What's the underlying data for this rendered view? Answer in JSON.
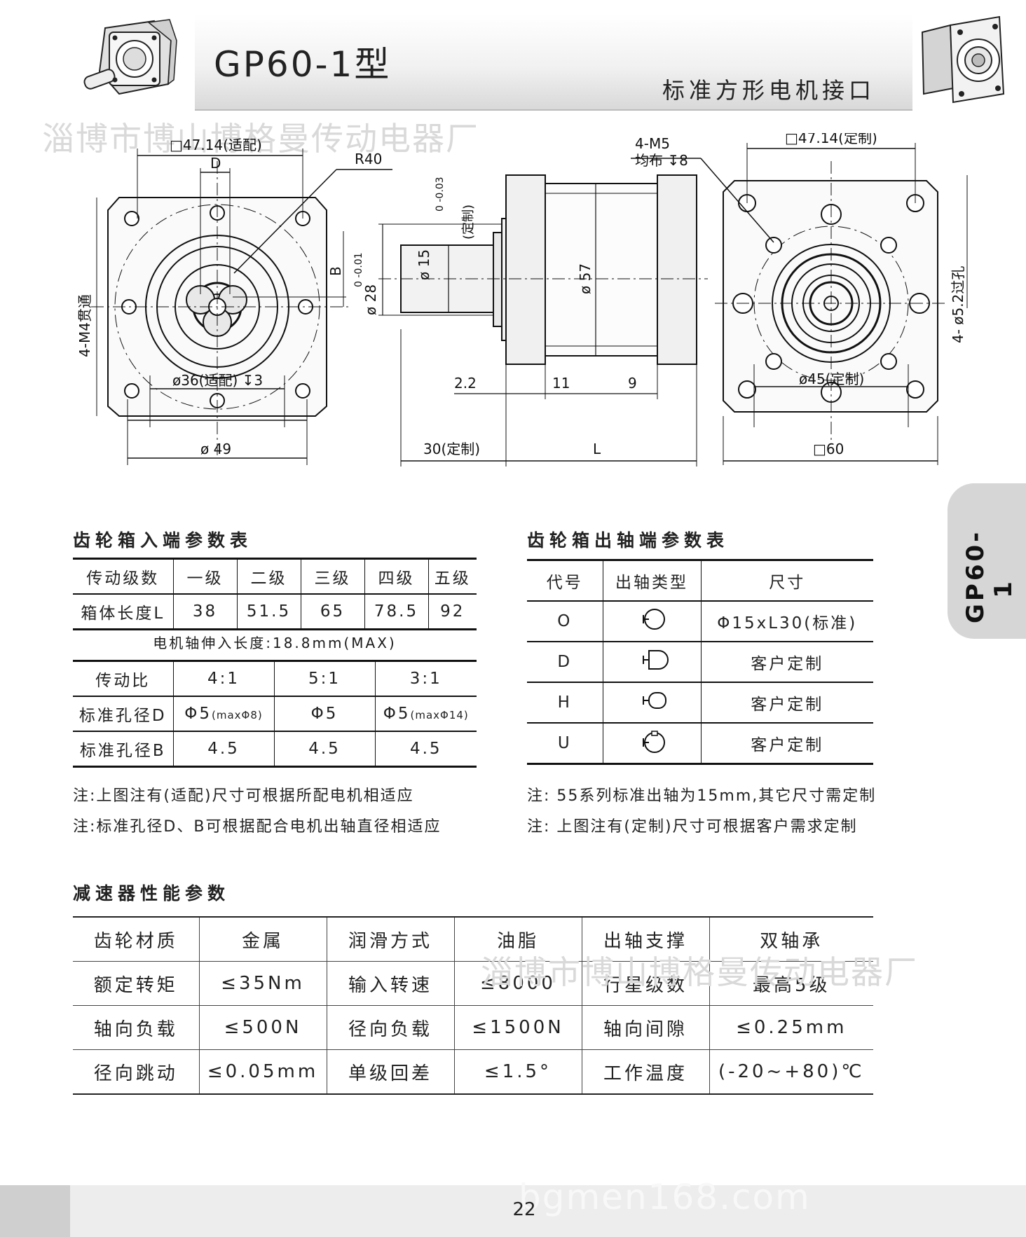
{
  "header": {
    "model": "GP60-1型",
    "subtitle": "标准方形电机接口",
    "side_tab": "GP60-1"
  },
  "watermarks": {
    "top": "淄博市博山博格曼传动电器厂",
    "mid": "淄博市博山博格曼传动电器厂",
    "bottom": "bgmen168.com"
  },
  "drawing": {
    "left_view": {
      "square": "□47.14(适配)",
      "d_label": "D",
      "radius": "R40",
      "side_thread": "4-M4贯通",
      "b_label": "B",
      "bore": "ø36(适配) ↧3",
      "dia49": "ø 49"
    },
    "side_view": {
      "shaft_dia": "ø 15",
      "shaft_tol": "0 -0.03",
      "shaft_note": "(定制)",
      "pilot_dia": "ø 28",
      "pilot_tol": "0 -0.01",
      "body_dia": "ø 57",
      "dim_2_2": "2.2",
      "dim_11": "11",
      "dim_9": "9",
      "dim_30": "30(定制)",
      "dim_L": "L"
    },
    "right_view": {
      "thread": "4-M5",
      "thread_note": "均布 ↧8",
      "square": "□47.14(定制)",
      "holes": "4- ø5.2过孔",
      "pcd": "ø45(定制)",
      "square60": "□60"
    }
  },
  "input_table": {
    "title": "齿轮箱入端参数表",
    "stage_row": [
      "传动级数",
      "一级",
      "二级",
      "三级",
      "四级",
      "五级"
    ],
    "length_row": [
      "箱体长度L",
      "38",
      "51.5",
      "65",
      "78.5",
      "92"
    ],
    "shaft_note": "电机轴伸入长度:18.8mm(MAX)",
    "ratio_row": [
      "传动比",
      "4:1",
      "5:1",
      "3:1"
    ],
    "bore_d_row": [
      "标准孔径D",
      "Φ5",
      "(maxΦ8)",
      "Φ5",
      "Φ5",
      "(maxΦ14)"
    ],
    "bore_b_row": [
      "标准孔径B",
      "4.5",
      "4.5",
      "4.5"
    ]
  },
  "output_table": {
    "title": "齿轮箱出轴端参数表",
    "headers": [
      "代号",
      "出轴类型",
      "尺寸"
    ],
    "rows": [
      {
        "code": "O",
        "size": "Φ15xL30(标准)"
      },
      {
        "code": "D",
        "size": "客户定制"
      },
      {
        "code": "H",
        "size": "客户定制"
      },
      {
        "code": "U",
        "size": "客户定制"
      }
    ]
  },
  "notes": {
    "left1": "注:上图注有(适配)尺寸可根据所配电机相适应",
    "left2": "注:标准孔径D、B可根据配合电机出轴直径相适应",
    "right1": "注: 55系列标准出轴为15mm,其它尺寸需定制",
    "right2": "注: 上图注有(定制)尺寸可根据客户需求定制"
  },
  "performance": {
    "title": "减速器性能参数",
    "rows": [
      [
        "齿轮材质",
        "金属",
        "润滑方式",
        "油脂",
        "出轴支撑",
        "双轴承"
      ],
      [
        "额定转矩",
        "≤35Nm",
        "输入转速",
        "≤8000",
        "行星级数",
        "最高5级"
      ],
      [
        "轴向负载",
        "≤500N",
        "径向负载",
        "≤1500N",
        "轴向间隙",
        "≤0.25mm"
      ],
      [
        "径向跳动",
        "≤0.05mm",
        "单级回差",
        "≤1.5°",
        "工作温度",
        "(-20~+80)℃"
      ]
    ]
  },
  "footer": {
    "page": "22"
  }
}
